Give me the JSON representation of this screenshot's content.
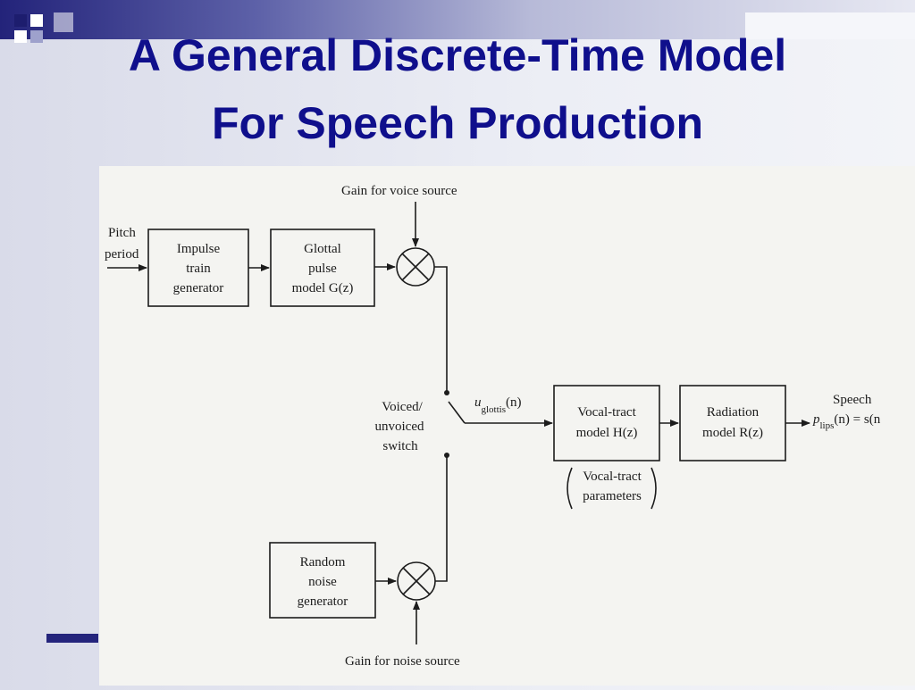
{
  "slide": {
    "title_line1": "A General Discrete-Time Model",
    "title_line2": "For Speech Production",
    "accent_color": "#0f0f8c",
    "bar_color": "#23237a"
  },
  "diagram": {
    "pitch_label_1": "Pitch",
    "pitch_label_2": "period",
    "impulse_1": "Impulse",
    "impulse_2": "train",
    "impulse_3": "generator",
    "glottal_1": "Glottal",
    "glottal_2": "pulse",
    "glottal_3": "model G(z)",
    "gain_voice": "Gain for voice source",
    "switch_1": "Voiced/",
    "switch_2": "unvoiced",
    "switch_3": "switch",
    "u_glottis": "u",
    "u_glottis_sub": "glottis",
    "u_glottis_arg": "(n)",
    "vocal_1": "Vocal-tract",
    "vocal_2": "model H(z)",
    "vocal_params_1": "Vocal-tract",
    "vocal_params_2": "parameters",
    "radiation_1": "Radiation",
    "radiation_2": "model R(z)",
    "speech_1": "Speech",
    "speech_p": "p",
    "speech_sub": "lips",
    "speech_eq": "(n) = s(n",
    "random_1": "Random",
    "random_2": "noise",
    "random_3": "generator",
    "gain_noise": "Gain for noise source"
  }
}
